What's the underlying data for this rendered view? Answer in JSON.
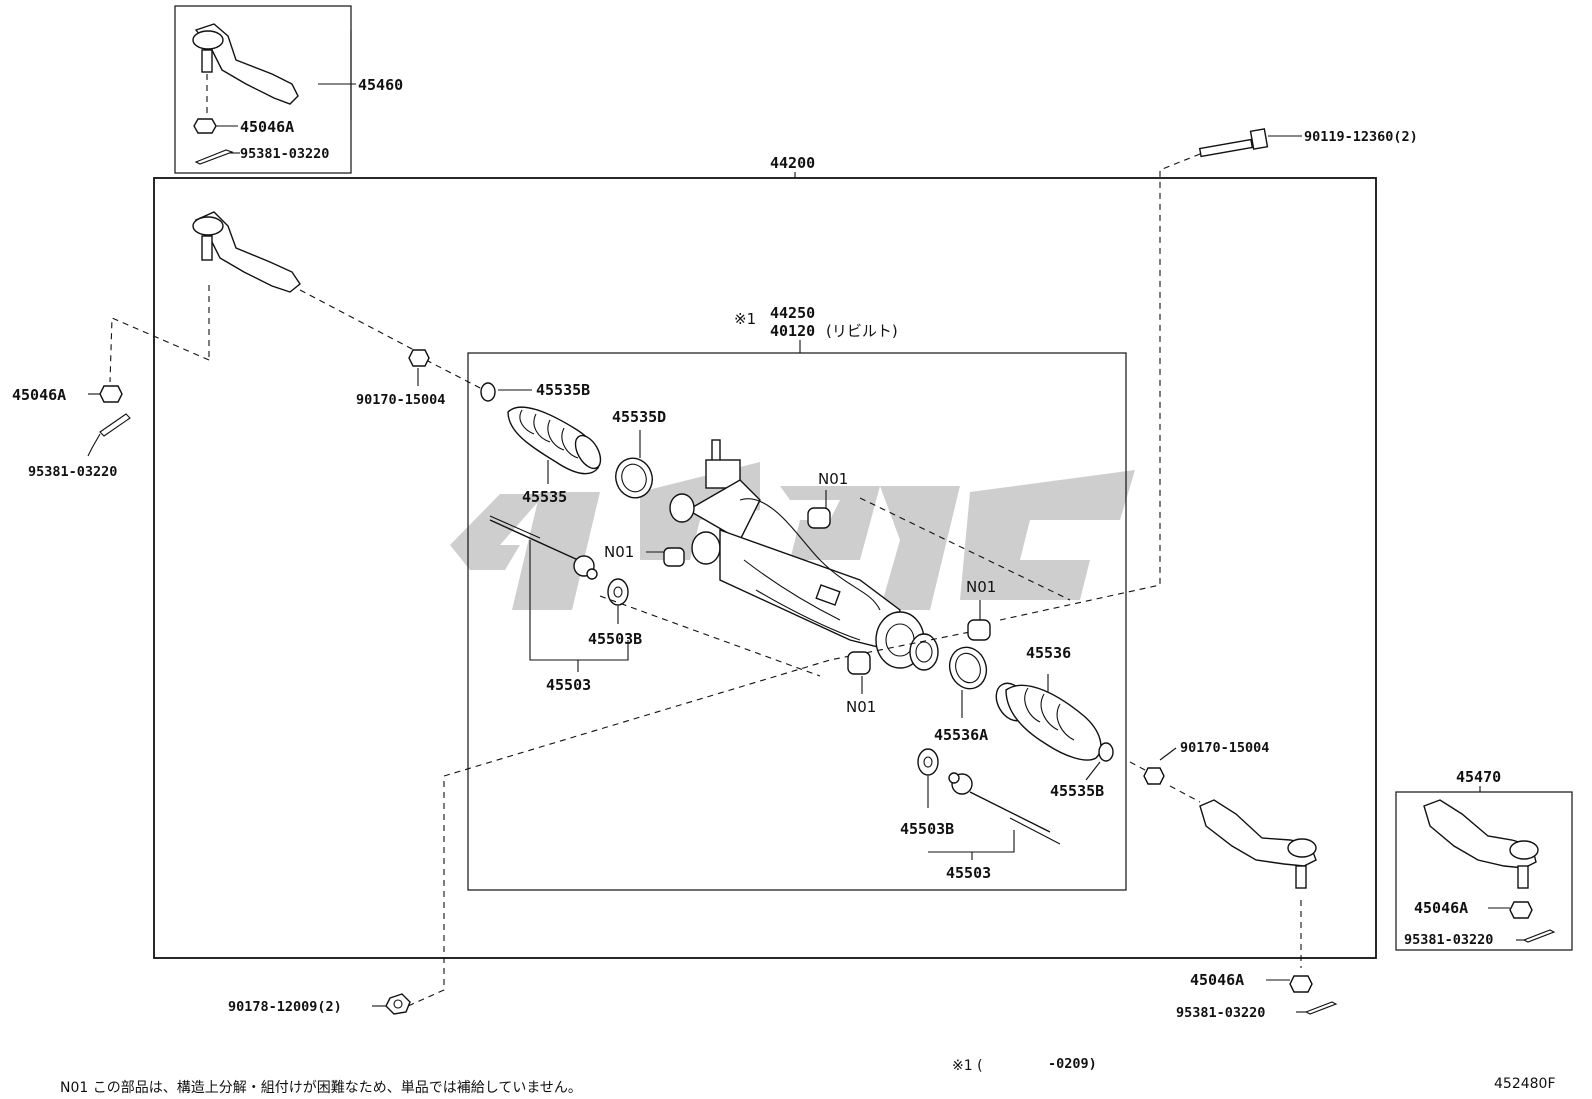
{
  "labels": {
    "p45460": "45460",
    "p45046A_top": "45046A",
    "p95381_top": "95381-03220",
    "p44200": "44200",
    "p90119": "90119-12360(2)",
    "p44250": "44250",
    "p44250_mark": "※1",
    "p40120": "40120",
    "p40120_note": "(リビルト)",
    "p45046A_left": "45046A",
    "p95381_left": "95381-03220",
    "p90170_left": "90170-15004",
    "p45535B_top": "45535B",
    "p45535D": "45535D",
    "p45535": "45535",
    "pN01_a": "N01",
    "pN01_b": "N01",
    "pN01_c": "N01",
    "pN01_d": "N01",
    "p45503B_left": "45503B",
    "p45503_left": "45503",
    "p45536": "45536",
    "p45536A": "45536A",
    "p90170_right": "90170-15004",
    "p45535B_right": "45535B",
    "p45503B_right": "45503B",
    "p45503_right": "45503",
    "p45470": "45470",
    "p45046A_right_box": "45046A",
    "p95381_right_box": "95381-03220",
    "p45046A_right": "45046A",
    "p95381_right": "95381-03220",
    "p90178": "90178-12009(2)"
  },
  "footnote": {
    "range_mark": "※1 (",
    "range_end": "-0209)",
    "n01_note": "N01 この部品は、構造上分解・組付けが困難なため、単品では補給していません。",
    "diagram_code": "452480F"
  },
  "colors": {
    "line": "#111111",
    "watermark": "#c6c6c6",
    "background": "#ffffff"
  }
}
